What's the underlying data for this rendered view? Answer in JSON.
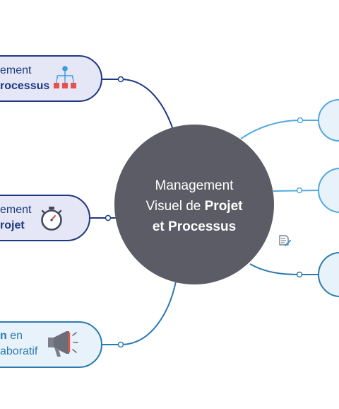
{
  "central": {
    "line1": "Management",
    "line2_normal": "Visuel de ",
    "line2_bold": "Projet",
    "line3_bold": "et Processus"
  },
  "branches": {
    "top_left": {
      "line1": "ement",
      "line2_bold": "rocessus",
      "icon": "org-chart-icon"
    },
    "middle_left": {
      "line1": "ement",
      "line2_bold": "rojet",
      "icon": "stopwatch-icon"
    },
    "bottom_left": {
      "line1_bold": "n",
      "line1_normal": " en",
      "line2": "aboratif",
      "icon": "megaphone-icon"
    }
  },
  "colors": {
    "hub": "#5b5c66",
    "dark_navy": "#1f3a82",
    "mid_blue": "#2b7bb0",
    "light_blue": "#52a9dd",
    "node_fill_left": "#e5e7f6",
    "node_fill_right": "#e8f2fb",
    "accent_red": "#e8514a",
    "accent_blue": "#3b9be0"
  }
}
